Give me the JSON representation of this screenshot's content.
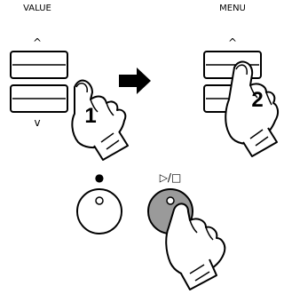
{
  "labels": {
    "value": "VALUE",
    "menu": "MENU",
    "record_symbol": "●",
    "play_stop_symbol": "▷/□",
    "chevron_up": "^",
    "chevron_down": "v"
  },
  "steps": {
    "first": "1",
    "second": "2"
  },
  "colors": {
    "stroke": "#000000",
    "button_fill": "#ffffff",
    "pressed_fill": "#9a9a9a",
    "arrow": "#000000"
  }
}
